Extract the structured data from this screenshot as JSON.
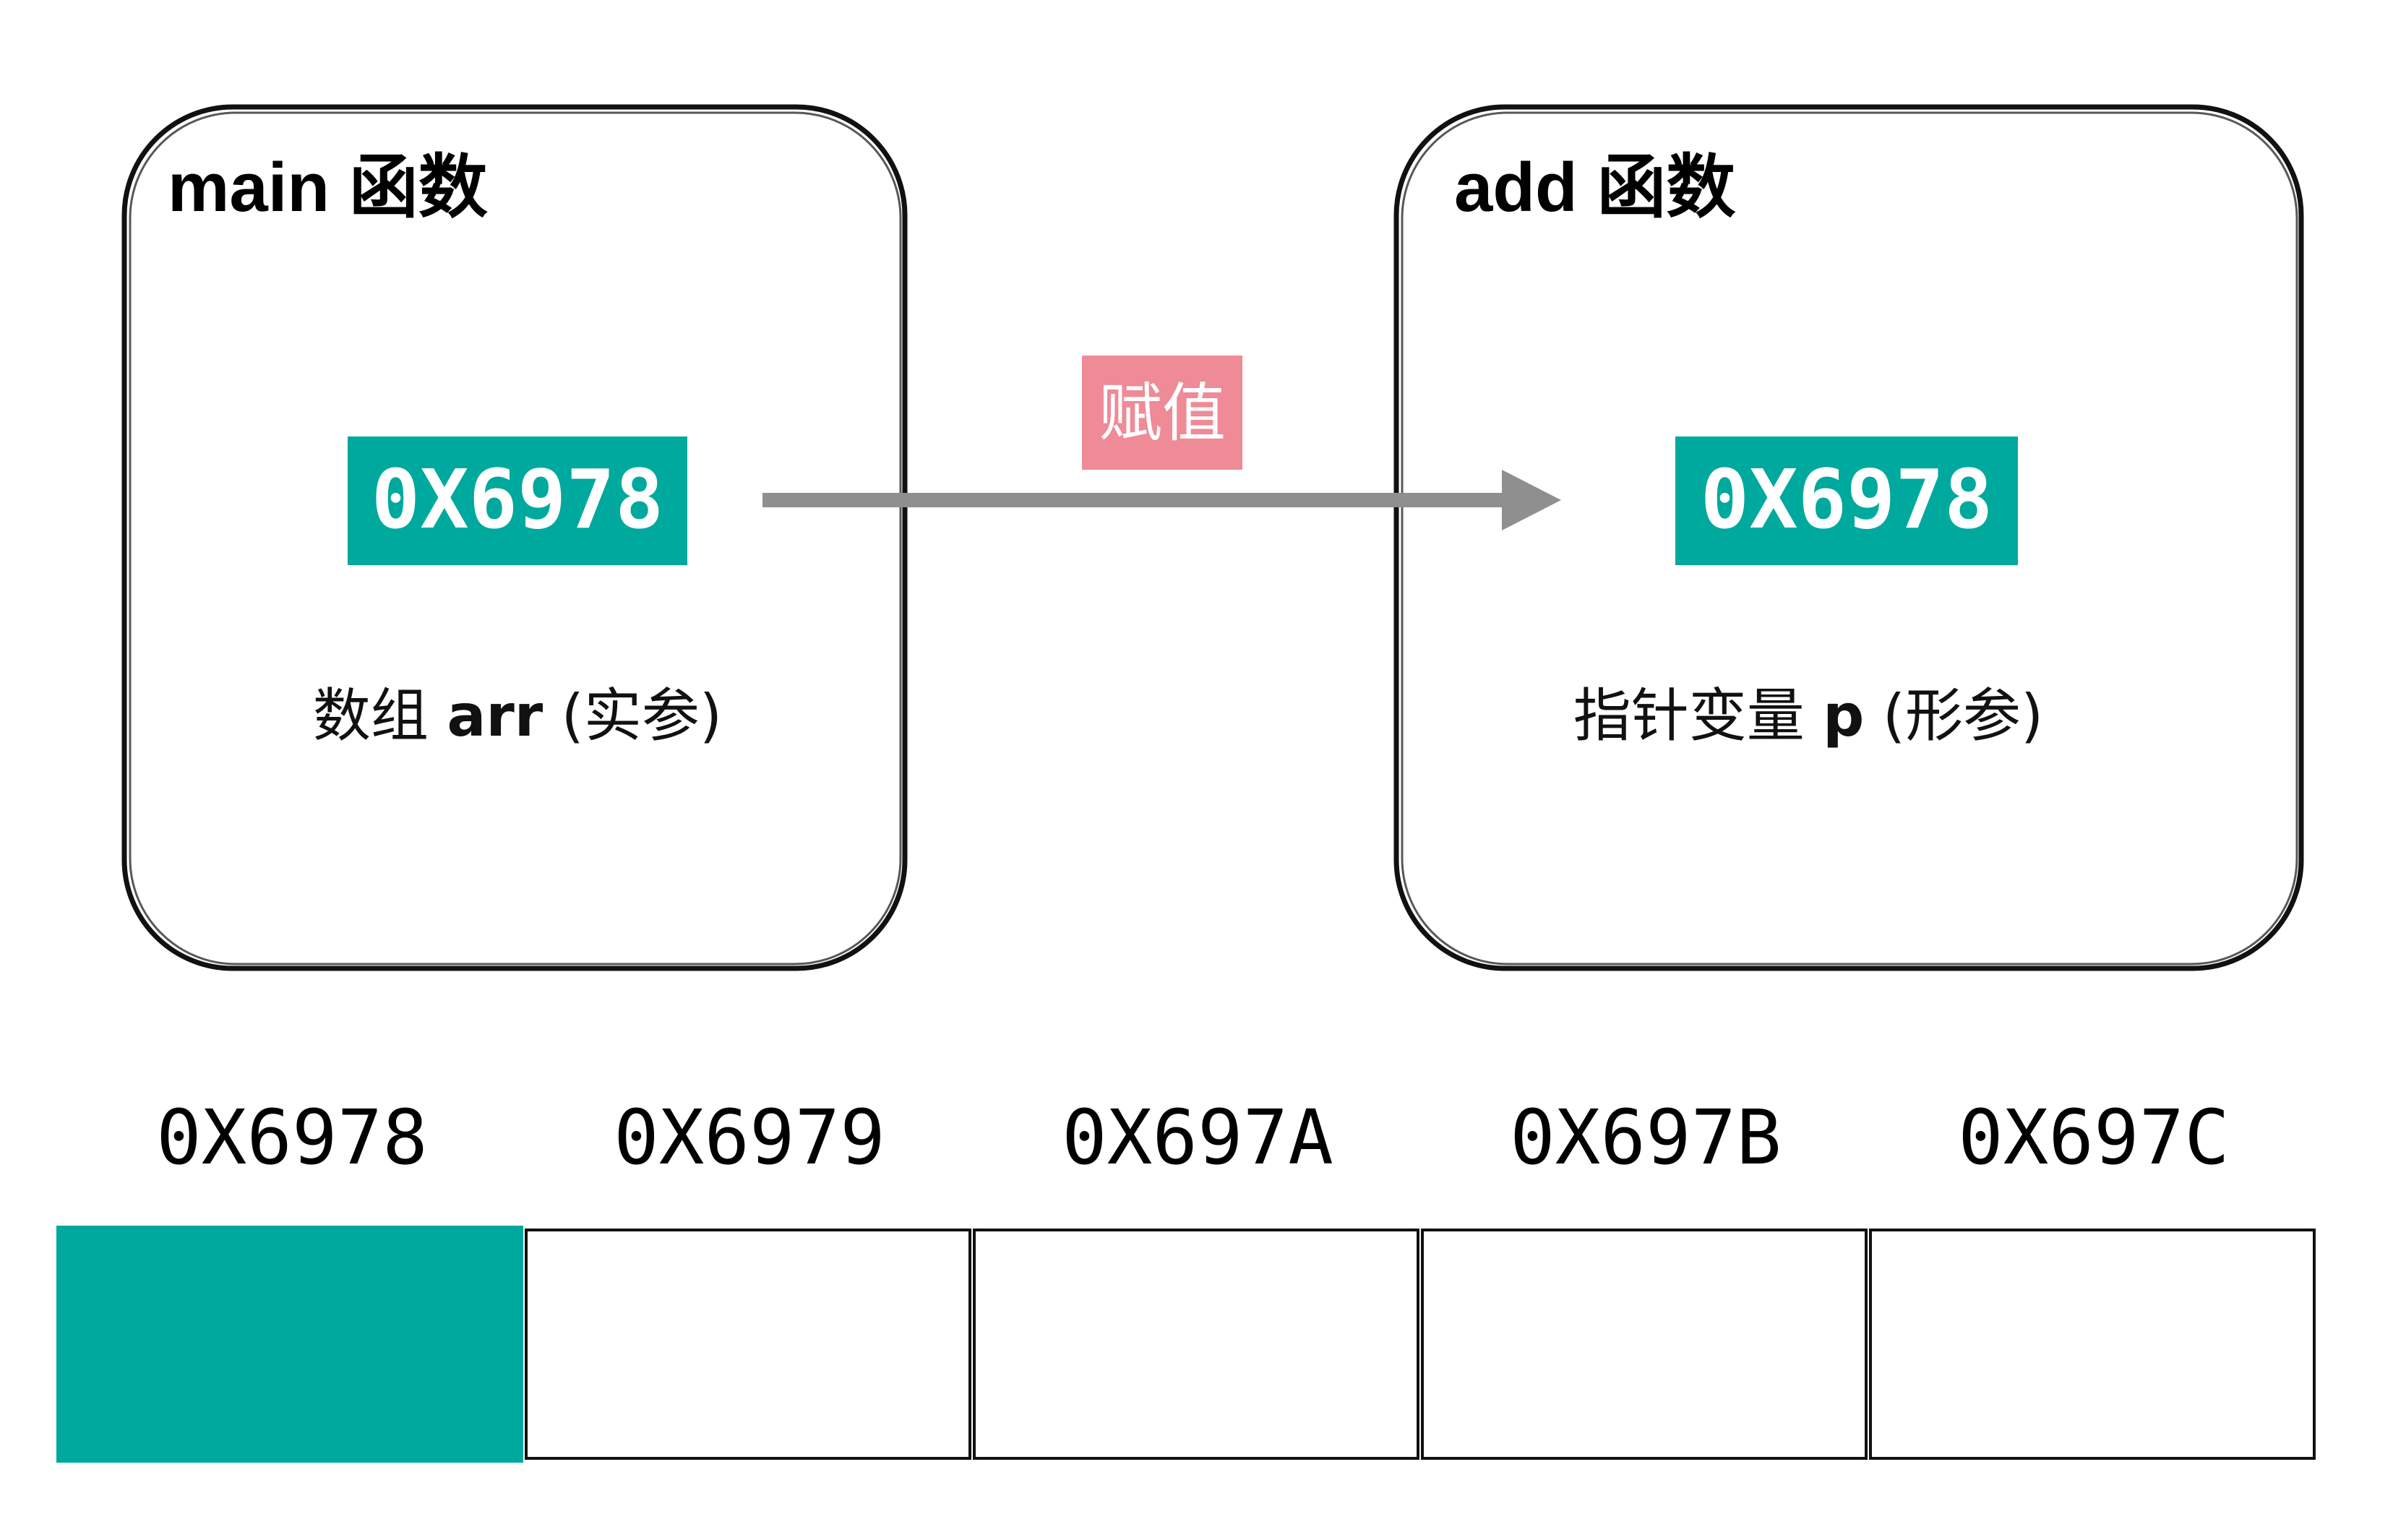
{
  "colors": {
    "teal": "#00a99d",
    "pink": "#ef8a97",
    "arrow": "#8f8f8f",
    "stroke": "#111111"
  },
  "main_box": {
    "title": "main 函数",
    "value": "0X6978",
    "caption_pre": "数组 ",
    "caption_var": "arr",
    "caption_post": " (实参)"
  },
  "add_box": {
    "title": "add 函数",
    "value": "0X6978",
    "caption_pre": "指针变量 ",
    "caption_var": "p",
    "caption_post": " (形参)"
  },
  "arrow": {
    "label": "赋值"
  },
  "memory": {
    "cells": [
      {
        "address": "0X6978",
        "filled": true
      },
      {
        "address": "0X6979",
        "filled": false
      },
      {
        "address": "0X697A",
        "filled": false
      },
      {
        "address": "0X697B",
        "filled": false
      },
      {
        "address": "0X697C",
        "filled": false
      }
    ]
  }
}
